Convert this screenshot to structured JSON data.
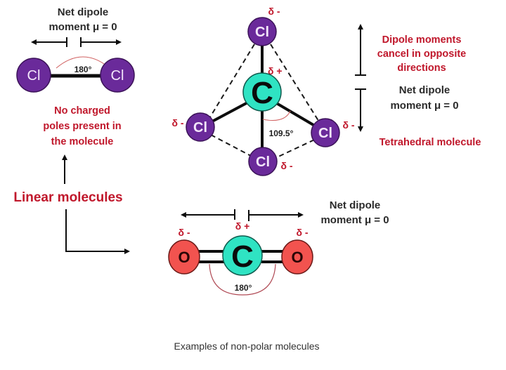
{
  "caption": "Examples of non-polar molecules",
  "colors": {
    "chlorine_atom": "#6a2a9a",
    "carbon_atom": "#2fe3c3",
    "oxygen_atom": "#f2534f",
    "annotation_red": "#c0172b",
    "bond": "#0d0d0d"
  },
  "cl2": {
    "net_dipole_line1": "Net dipole",
    "net_dipole_line2": "moment μ = 0",
    "atom_left": "Cl",
    "atom_right": "Cl",
    "bond_angle": "180°",
    "note_line1": "No charged",
    "note_line2": "poles present in",
    "note_line3": "the molecule"
  },
  "linear_label": "Linear molecules",
  "ccl4": {
    "central_atom": "C",
    "atoms": [
      "Cl",
      "Cl",
      "Cl",
      "Cl"
    ],
    "charge_center": "δ +",
    "charge_top": "δ -",
    "charge_left": "δ -",
    "charge_right": "δ -",
    "charge_bottom": "δ -",
    "bond_angle": "109.5°",
    "dipole_note_line1": "Dipole moments",
    "dipole_note_line2": "cancel in opposite",
    "dipole_note_line3": "directions",
    "net_dipole_line1": "Net dipole",
    "net_dipole_line2": "moment μ = 0",
    "shape_label": "Tetrahedral molecule"
  },
  "co2": {
    "central_atom": "C",
    "atom_left": "O",
    "atom_right": "O",
    "charge_center": "δ +",
    "charge_left": "δ -",
    "charge_right": "δ -",
    "bond_angle": "180°",
    "net_dipole_line1": "Net dipole",
    "net_dipole_line2": "moment μ = 0"
  }
}
